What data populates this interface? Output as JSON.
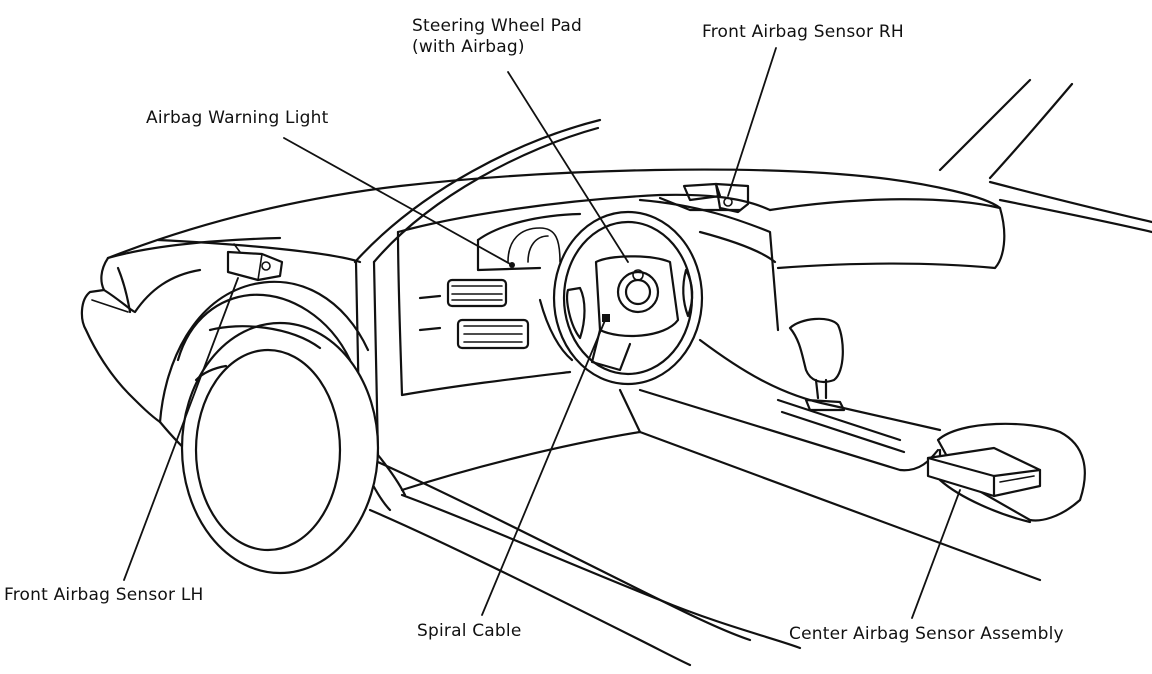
{
  "labels": {
    "steering_wheel_pad_line1": "Steering Wheel Pad",
    "steering_wheel_pad_line2": "(with Airbag)",
    "front_sensor_rh": "Front Airbag Sensor RH",
    "warning_light": "Airbag Warning Light",
    "front_sensor_lh": "Front Airbag Sensor LH",
    "spiral_cable": "Spiral Cable",
    "center_sensor": "Center Airbag Sensor Assembly"
  }
}
